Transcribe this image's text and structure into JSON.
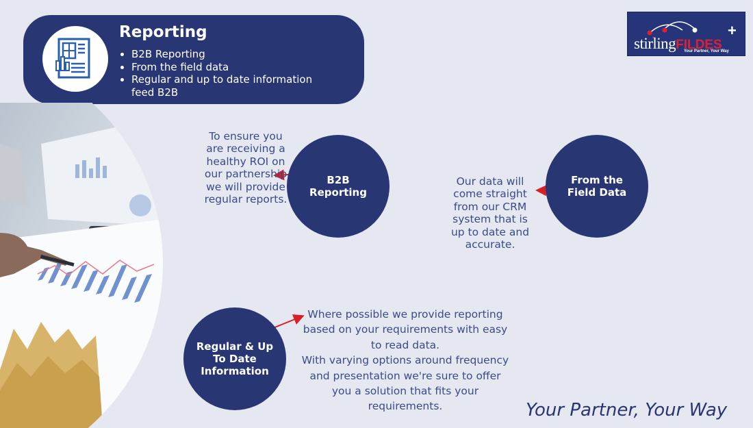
{
  "header": {
    "title": "Reporting",
    "icon": "report-document-icon",
    "bullets": [
      "B2B Reporting",
      "From the field data",
      "Regular and up to date information feed B2B"
    ]
  },
  "logo": {
    "word_part1": "stirling",
    "word_part2": "FILDES",
    "tagline": "Your Partner, Your Way",
    "plus": "+"
  },
  "circles": {
    "b2b": {
      "label": "B2B Reporting"
    },
    "field": {
      "label": "From the Field Data"
    },
    "regular": {
      "label": "Regular & Up To Date Information"
    }
  },
  "descriptions": {
    "b2b": "To ensure you are receiving a healthy ROI on our partnership we will provide regular reports.",
    "field": "Our data will come straight from our CRM system that is up to date and accurate.",
    "regular_p1": "Where possible we provide reporting based on your requirements with easy to read data.",
    "regular_p2": "With varying options around frequency and presentation we're sure to offer you a solution that fits your requirements."
  },
  "tagline": "Your Partner, Your Way",
  "colors": {
    "navy": "#283673",
    "background": "#e6e8f1",
    "text_blue": "#3a4a8a",
    "arrow_red": "#d81f26"
  }
}
